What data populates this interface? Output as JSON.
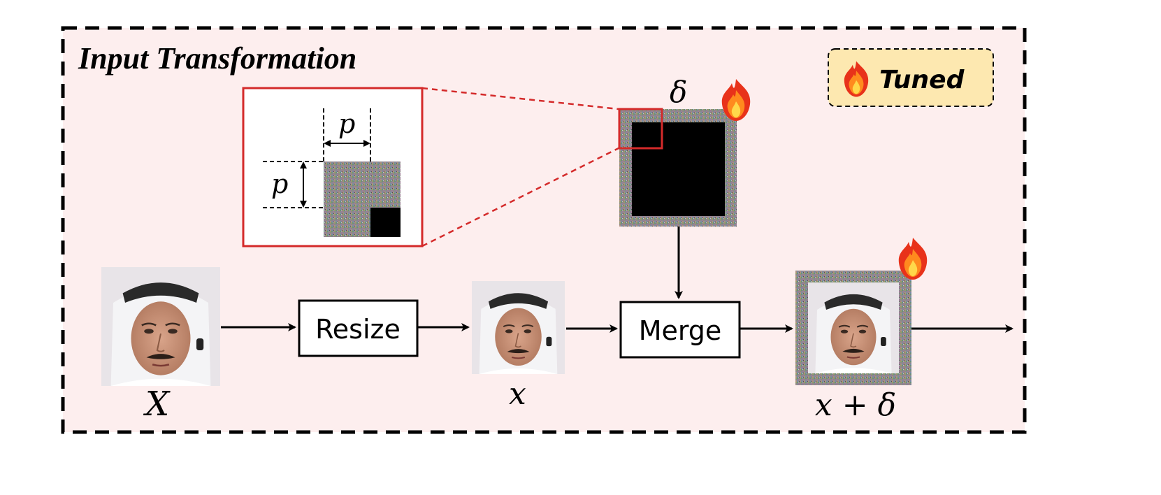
{
  "title": "Input Transformation",
  "legend": {
    "label": "Tuned",
    "icon": "fire-icon"
  },
  "nodes": {
    "resize": "Resize",
    "merge": "Merge"
  },
  "labels": {
    "input_image": "X",
    "resized_image": "x",
    "perturbation": "δ",
    "output_image": "x + δ",
    "padding_width": "p",
    "padding_height": "p"
  },
  "colors": {
    "background": "#fdeeee",
    "highlight_red": "#d42a2a",
    "legend_fill": "#fde8b0"
  }
}
